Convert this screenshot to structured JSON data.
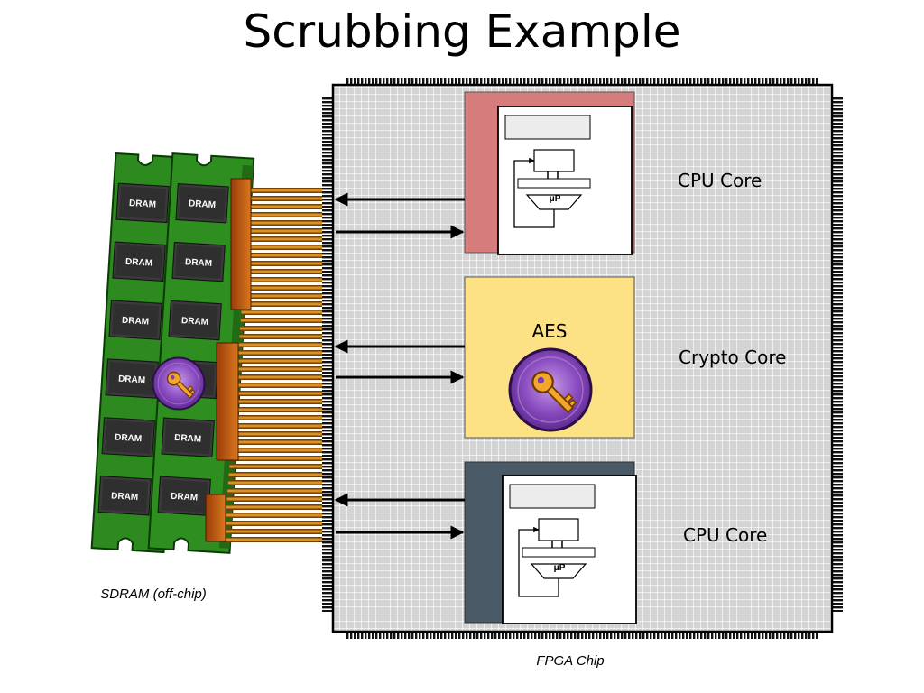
{
  "slide_title": "Scrubbing Example",
  "labels": {
    "cpu_core_top": "CPU Core",
    "aes": "AES",
    "crypto_core": "Crypto Core",
    "cpu_core_bottom": "CPU Core",
    "sdram_caption": "SDRAM (off-chip)",
    "fpga_caption": "FPGA Chip",
    "dram_chip": "DRAM",
    "processor_symbol": "μP"
  },
  "icons": [
    "key-badge-icon",
    "microprocessor-icon",
    "dram-module-icon",
    "fpga-chip-icon"
  ],
  "colors": {
    "cpu_core_top": "#d67c7c",
    "crypto_core": "#fde285",
    "cpu_core_bottom": "#4a5a66",
    "dram_board": "#2d8a1e",
    "key_badge": "#7d3fb0",
    "key": "#f0a020",
    "bus_wire": "#d08a18"
  }
}
